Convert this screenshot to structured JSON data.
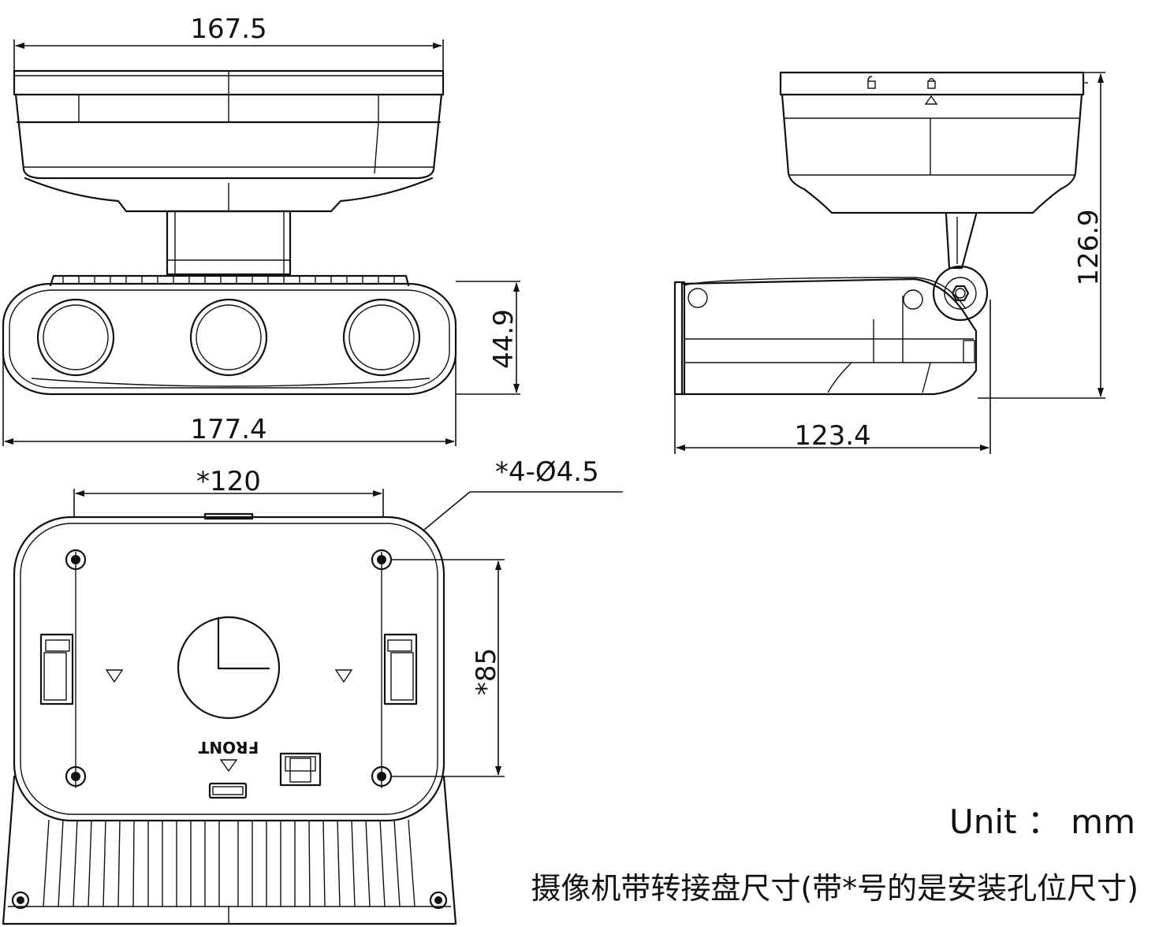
{
  "dimensions": {
    "top_width": "167.5",
    "body_width": "177.4",
    "body_height": "44.9",
    "side_height": "126.9",
    "side_depth": "123.4",
    "hole_spacing_h": "*120",
    "hole_spacing_v": "*85",
    "hole_spec": "*4-Ø4.5"
  },
  "labels": {
    "front": "FRONT",
    "unit": "Unit ： mm",
    "caption": "摄像机带转接盘尺寸(带*号的是安装孔位尺寸)"
  }
}
